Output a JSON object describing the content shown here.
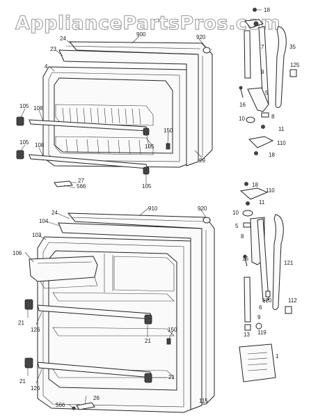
{
  "watermark": "AppliancePartsPros.com",
  "callouts": {
    "top": [
      "18",
      "900",
      "920",
      "24",
      "23",
      "4",
      "105",
      "108",
      "105",
      "108",
      "150",
      "105",
      "29",
      "105",
      "27",
      "566",
      "7",
      "35",
      "9",
      "125",
      "5",
      "16",
      "8",
      "10",
      "11",
      "110",
      "18"
    ],
    "bottom": [
      "18",
      "110",
      "11",
      "10",
      "910",
      "920",
      "24",
      "104",
      "103",
      "106",
      "5",
      "8",
      "16",
      "121",
      "120",
      "6",
      "112",
      "150",
      "21",
      "126",
      "9",
      "21",
      "119",
      "13",
      "1",
      "21",
      "126",
      "21",
      "115",
      "26",
      "566"
    ]
  },
  "colors": {
    "line": "#222222",
    "watermark_stroke": "#9c9c9c"
  }
}
